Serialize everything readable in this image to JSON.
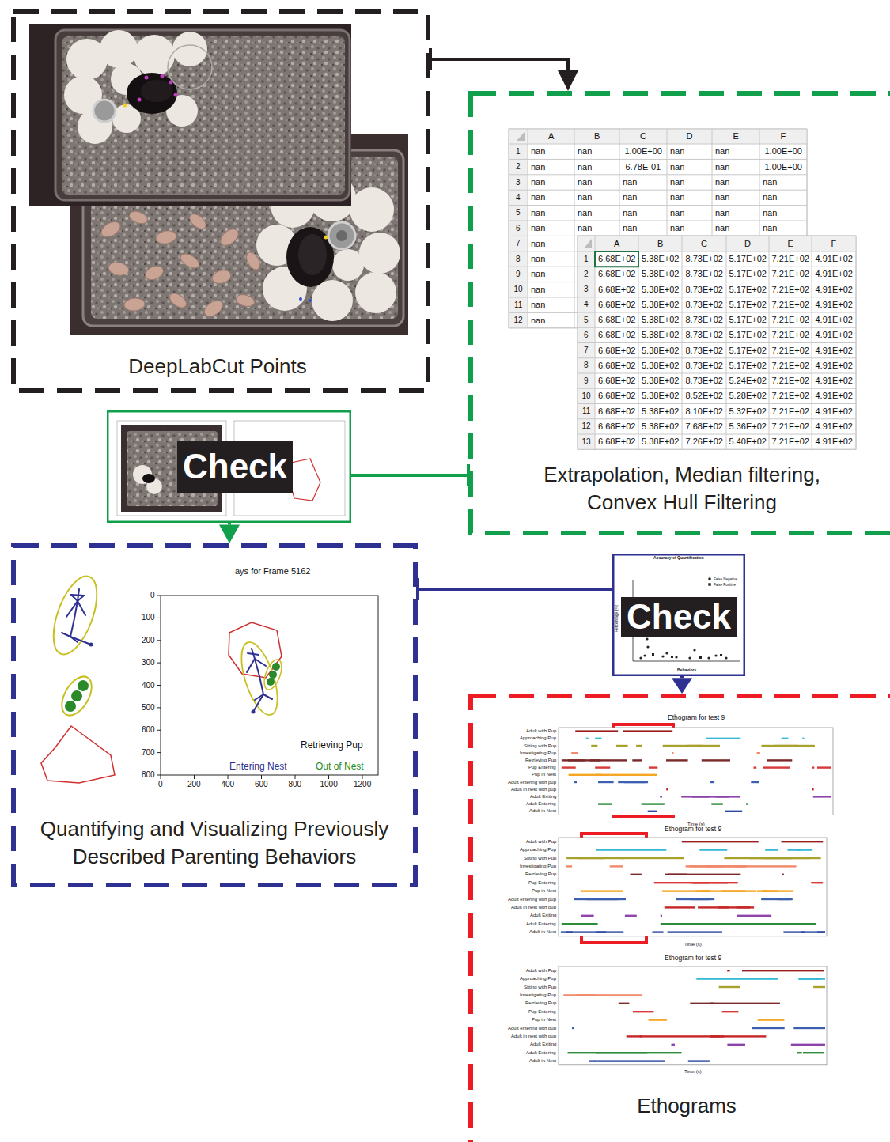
{
  "diagram": {
    "nodes": [
      {
        "text": [
          "DeepLabCut Points"
        ]
      },
      {
        "text": [
          "Extrapolation, Median filtering, Convex Hull Filtering"
        ]
      },
      {
        "text": [
          "Check"
        ]
      },
      {
        "text": [
          "Quantifying and Visualizing Previously Described Parenting Behaviors"
        ]
      },
      {
        "text": [
          "Check"
        ]
      },
      {
        "text": [
          "Ethograms"
        ]
      }
    ],
    "edges": [
      {
        "from": 0,
        "to": 1,
        "arrow": "to"
      },
      {
        "from": 1,
        "to": 2,
        "arrow": "none"
      },
      {
        "from": 2,
        "to": 3,
        "arrow": "to"
      },
      {
        "from": 3,
        "to": 4,
        "arrow": "none"
      },
      {
        "from": 4,
        "to": 5,
        "arrow": "to"
      }
    ],
    "labels": [
      "A",
      "B",
      "C",
      "D",
      "E",
      "F",
      "1",
      "nan",
      "nan",
      "1.00E+00",
      "nan",
      "nan",
      "1.00E+00",
      "2",
      "nan",
      "nan",
      "6.78E-01",
      "nan",
      "nan",
      "1.00E+00",
      "3",
      "nan",
      "nan",
      "nan",
      "nan",
      "nan",
      "nan",
      "4",
      "nan",
      "nan",
      "nan",
      "nan",
      "nan",
      "nan",
      "5",
      "nan",
      "nan",
      "nan",
      "nan",
      "nan",
      "nan",
      "6",
      "nan",
      "nan",
      "nan",
      "nan",
      "nan",
      "nan",
      "7",
      "nan",
      "8",
      "nan",
      "9",
      "nan",
      "10",
      "nan",
      "11",
      "nan",
      "12",
      "nan",
      "A",
      "B",
      "C",
      "D",
      "E",
      "F",
      "1",
      "6.68E+02",
      "5.38E+02",
      "8.73E+02",
      "5.17E+02",
      "7.21E+02",
      "4.91E+02",
      "2",
      "6.68E+02",
      "5.38E+02",
      "8.73E+02",
      "5.17E+02",
      "7.21E+02",
      "4.91E+02",
      "3",
      "6.68E+02",
      "5.38E+02",
      "8.73E+02",
      "5.17E+02",
      "7.21E+02",
      "4.91E+02",
      "4",
      "6.68E+02",
      "5.38E+02",
      "8.73E+02",
      "5.17E+02",
      "7.21E+02",
      "4.91E+02",
      "5",
      "6.68E+02",
      "5.38E+02",
      "8.73E+02",
      "5.17E+02",
      "7.21E+02",
      "4.91E+02",
      "6",
      "6.68E+02",
      "5.38E+02",
      "8.73E+02",
      "5.17E+02",
      "7.21E+02",
      "4.91E+02",
      "7",
      "6.68E+02",
      "5.38E+02",
      "8.73E+02",
      "5.17E+02",
      "7.21E+02",
      "4.91E+02",
      "8",
      "6.68E+02",
      "5.38E+02",
      "8.73E+02",
      "5.17E+02",
      "7.21E+02",
      "4.91E+02",
      "9",
      "6.68E+02",
      "5.38E+02",
      "8.73E+02",
      "5.24E+02",
      "7.21E+02",
      "4.91E+02",
      "10",
      "6.68E+02",
      "5.38E+02",
      "8.52E+02",
      "5.28E+02",
      "7.21E+02",
      "4.91E+02",
      "11",
      "6.68E+02",
      "5.38E+02",
      "8.10E+02",
      "5.32E+02",
      "7.21E+02",
      "4.91E+02",
      "12",
      "6.68E+02",
      "5.38E+02",
      "7.68E+02",
      "5.36E+02",
      "7.21E+02",
      "4.91E+02",
      "13",
      "6.68E+02",
      "5.38E+02",
      "7.26E+02",
      "5.40E+02",
      "7.21E+02",
      "4.91E+02",
      "ays for Frame 5162",
      "0",
      "100",
      "200",
      "300",
      "400",
      "500",
      "600",
      "700",
      "800",
      "0",
      "200",
      "400",
      "600",
      "800",
      "1000",
      "1200",
      "Retrieving Pup",
      "Entering Nest",
      "Out of Nest",
      "Accuracy of Quantification",
      "Percentage (%)",
      "Behaviors",
      "Ethogram for test 9",
      "Adult with Pup",
      "Approaching Pup",
      "Sitting with Pup",
      "Investigating Pup",
      "Retrieving Pup",
      "Pup Entering",
      "Pup in Nest",
      "Adult entering with pup",
      "Adult in nest with pup",
      "Adult Exiting",
      "Adult Entering",
      "Adult in Nest",
      "Time (s)",
      "Ethogram for test 9",
      "Adult with Pup",
      "Approaching Pup",
      "Sitting with Pup",
      "Investigating Pup",
      "Retrieving Pup",
      "Pup Entering",
      "Pup in Nest",
      "Adult entering with pup",
      "Adult in nest with pup",
      "Adult Exiting",
      "Adult Entering",
      "Adult in Nest",
      "Time (s)",
      "Ethogram for test 9",
      "Adult with Pup",
      "Approaching Pup",
      "Sitting with Pup",
      "Investigating Pup",
      "Retrieving Pup",
      "Pup Entering",
      "Pup in Nest",
      "Adult entering with pup",
      "Adult in nest with pup",
      "Adult Exiting",
      "Adult Entering",
      "Adult in Nest",
      "Time (s)"
    ],
    "legend": [
      {
        "text": "False Negative"
      },
      {
        "text": "False Positive"
      }
    ]
  }
}
